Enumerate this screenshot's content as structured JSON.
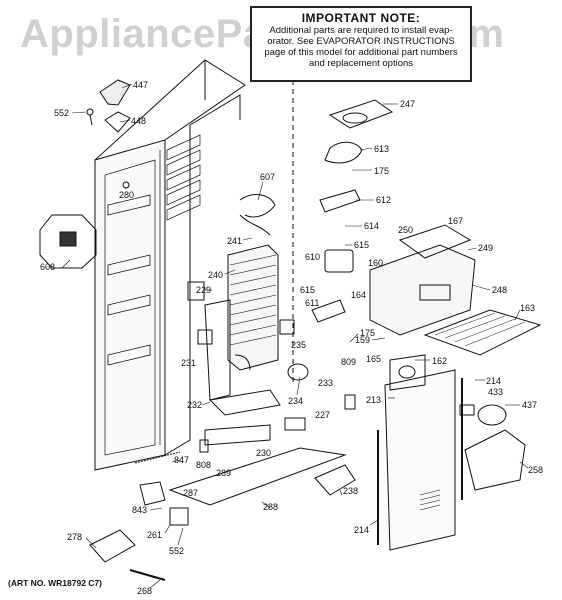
{
  "watermark": "AppliancePartsPros.com",
  "note": {
    "title": "IMPORTANT NOTE:",
    "line1": "Additional parts are required to install evap-",
    "line2": "orator. See EVAPORATOR INSTRUCTIONS",
    "line3": "page of this model for additional part numbers",
    "line4": "and replacement options"
  },
  "art_number": "(ART NO. WR18792 C7)",
  "callouts": [
    {
      "id": "447",
      "text": "447"
    },
    {
      "id": "552a",
      "text": "552"
    },
    {
      "id": "448",
      "text": "448"
    },
    {
      "id": "280",
      "text": "280"
    },
    {
      "id": "608",
      "text": "608"
    },
    {
      "id": "607",
      "text": "607"
    },
    {
      "id": "241",
      "text": "241"
    },
    {
      "id": "240",
      "text": "240"
    },
    {
      "id": "229",
      "text": "229"
    },
    {
      "id": "231",
      "text": "231"
    },
    {
      "id": "232",
      "text": "232"
    },
    {
      "id": "247",
      "text": "247"
    },
    {
      "id": "613",
      "text": "613"
    },
    {
      "id": "175a",
      "text": "175"
    },
    {
      "id": "612",
      "text": "612"
    },
    {
      "id": "614",
      "text": "614"
    },
    {
      "id": "615a",
      "text": "615"
    },
    {
      "id": "610",
      "text": "610"
    },
    {
      "id": "615b",
      "text": "615"
    },
    {
      "id": "611",
      "text": "611"
    },
    {
      "id": "175b",
      "text": "175"
    },
    {
      "id": "250",
      "text": "250"
    },
    {
      "id": "167",
      "text": "167"
    },
    {
      "id": "249",
      "text": "249"
    },
    {
      "id": "160",
      "text": "160"
    },
    {
      "id": "164",
      "text": "164"
    },
    {
      "id": "248",
      "text": "248"
    },
    {
      "id": "163",
      "text": "163"
    },
    {
      "id": "159",
      "text": "159"
    },
    {
      "id": "165",
      "text": "165"
    },
    {
      "id": "162",
      "text": "162"
    },
    {
      "id": "235",
      "text": "235"
    },
    {
      "id": "809",
      "text": "809"
    },
    {
      "id": "233",
      "text": "233"
    },
    {
      "id": "234",
      "text": "234"
    },
    {
      "id": "227",
      "text": "227"
    },
    {
      "id": "230",
      "text": "230"
    },
    {
      "id": "808",
      "text": "808"
    },
    {
      "id": "213",
      "text": "213"
    },
    {
      "id": "214a",
      "text": "214"
    },
    {
      "id": "433",
      "text": "433"
    },
    {
      "id": "437",
      "text": "437"
    },
    {
      "id": "258",
      "text": "258"
    },
    {
      "id": "847",
      "text": "847"
    },
    {
      "id": "289",
      "text": "289"
    },
    {
      "id": "287",
      "text": "287"
    },
    {
      "id": "843",
      "text": "843"
    },
    {
      "id": "288",
      "text": "288"
    },
    {
      "id": "238",
      "text": "238"
    },
    {
      "id": "261",
      "text": "261"
    },
    {
      "id": "552b",
      "text": "552"
    },
    {
      "id": "214b",
      "text": "214"
    },
    {
      "id": "278",
      "text": "278"
    },
    {
      "id": "268",
      "text": "268"
    }
  ]
}
